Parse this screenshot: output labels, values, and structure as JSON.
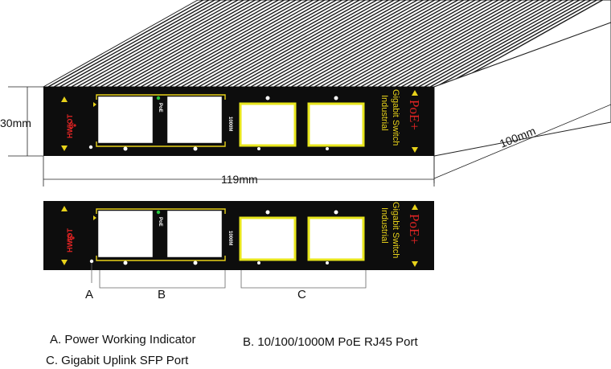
{
  "brand": {
    "logo_text": "HWIOT",
    "title_line1": "Industrial",
    "title_line2": "Gigabit Switch",
    "poe_mark": "PoE+"
  },
  "labels": {
    "poe_small": "PoE",
    "speed_small": "1000M"
  },
  "dimensions": {
    "height": "30mm",
    "width": "119mm",
    "depth": "100mm"
  },
  "callouts": {
    "a": "A",
    "b": "B",
    "c": "C"
  },
  "legend": {
    "a": "A. Power Working Indicator",
    "b": "B. 10/100/1000M PoE RJ45 Port",
    "c": "C. Gigabit Uplink SFP Port"
  },
  "colors": {
    "panel": "#0d0d0d",
    "rj45_bracket": "#e8d21a",
    "sfp_frame": "#e8e61c",
    "poe_mark": "#e02424",
    "title_text": "#e8d21a",
    "led_green": "#27c93f"
  }
}
